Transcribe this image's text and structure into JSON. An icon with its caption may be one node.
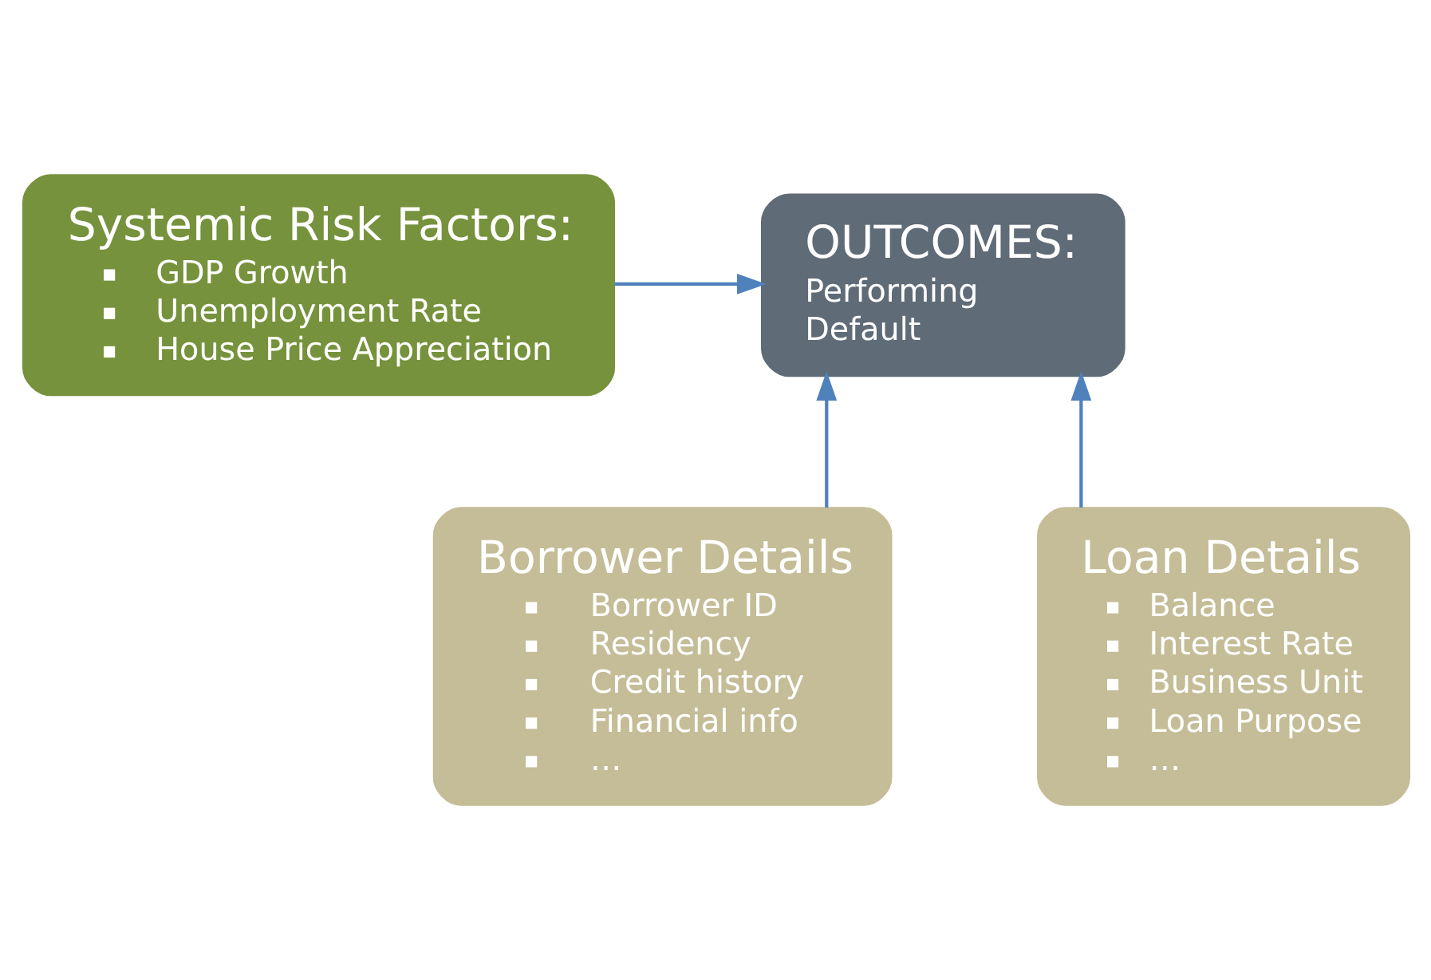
{
  "diagram": {
    "nodes": [
      {
        "text": [
          "Systemic Risk Factors:",
          "GDP Growth",
          "Unemployment Rate",
          "House Price Appreciation"
        ]
      },
      {
        "text": [
          "OUTCOMES:",
          "Performing",
          "Default"
        ]
      },
      {
        "text": [
          "Borrower Details",
          "Borrower ID",
          "Residency",
          "Credit history",
          "Financial info",
          "…"
        ]
      },
      {
        "text": [
          "Loan Details",
          "Balance",
          "Interest Rate",
          "Business Unit",
          "Loan Purpose",
          "…"
        ]
      }
    ],
    "edges": [
      {
        "from": 0,
        "to": 1,
        "arrow": "to"
      },
      {
        "from": 2,
        "to": 1,
        "arrow": "to"
      },
      {
        "from": 3,
        "to": 1,
        "arrow": "to"
      }
    ]
  }
}
